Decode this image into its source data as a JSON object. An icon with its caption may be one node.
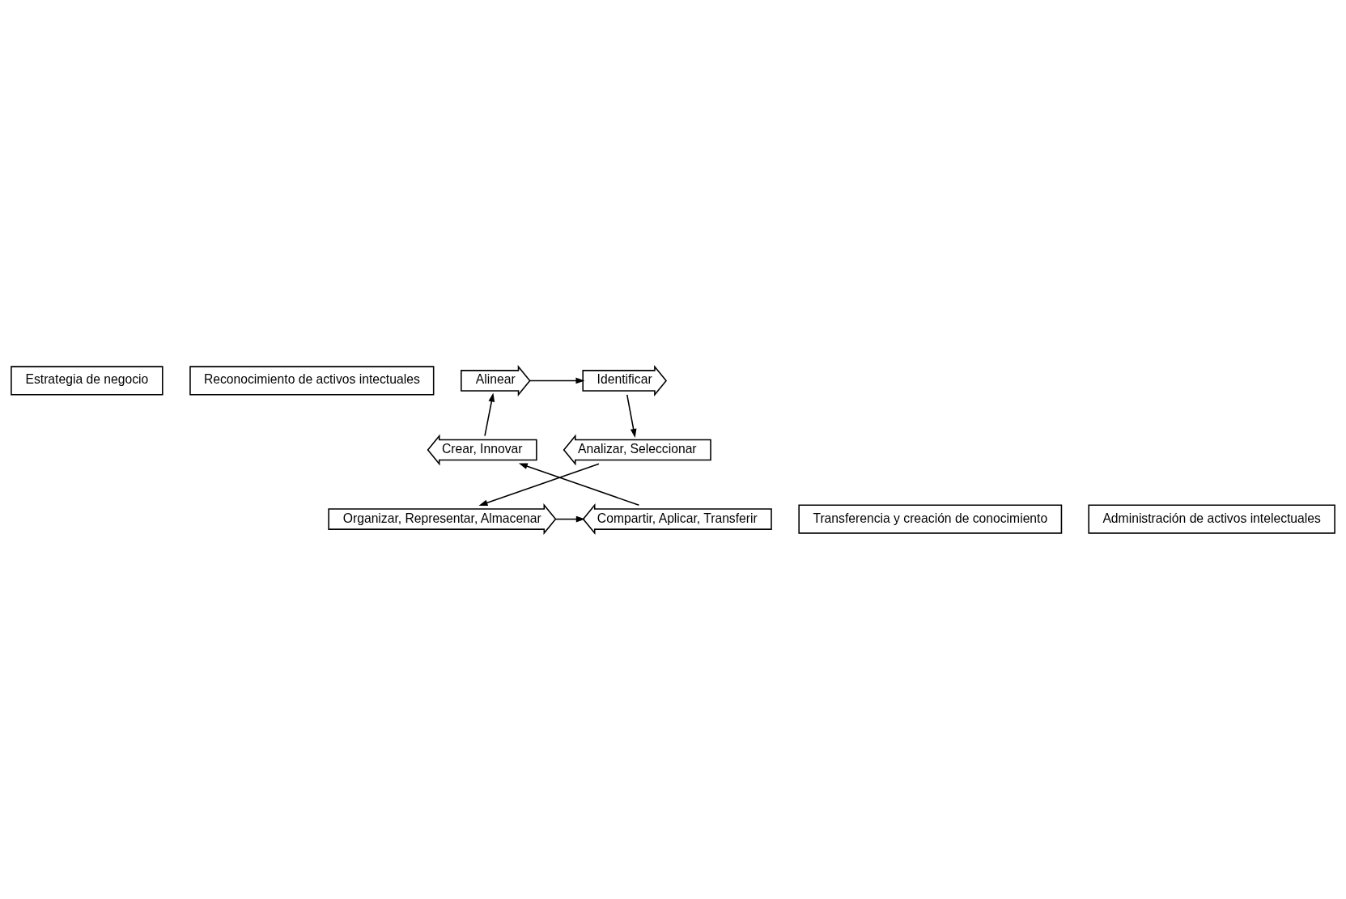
{
  "diagram": {
    "nodes": [
      {
        "text": [
          "Estrategia de negocio"
        ]
      },
      {
        "text": [
          "Reconocimiento de activos intectuales"
        ]
      },
      {
        "text": [
          "Alinear"
        ]
      },
      {
        "text": [
          "Identificar"
        ]
      },
      {
        "text": [
          "Crear, Innovar"
        ]
      },
      {
        "text": [
          "Analizar, Seleccionar"
        ]
      },
      {
        "text": [
          "Compartir, Aplicar, Transferir"
        ]
      },
      {
        "text": [
          "Organizar, Representar, Almacenar"
        ]
      },
      {
        "text": [
          "Transferencia y creación de conocimiento"
        ]
      },
      {
        "text": [
          "Administración de activos intelectuales"
        ]
      }
    ],
    "edges": [
      {
        "from": 2,
        "to": 3,
        "arrow": "to"
      },
      {
        "from": 3,
        "to": 5,
        "arrow": "to"
      },
      {
        "from": 5,
        "to": 7,
        "arrow": "to"
      },
      {
        "from": 7,
        "to": 6,
        "arrow": "to"
      },
      {
        "from": 6,
        "to": 4,
        "arrow": "to"
      },
      {
        "from": 4,
        "to": 2,
        "arrow": "to"
      }
    ]
  }
}
